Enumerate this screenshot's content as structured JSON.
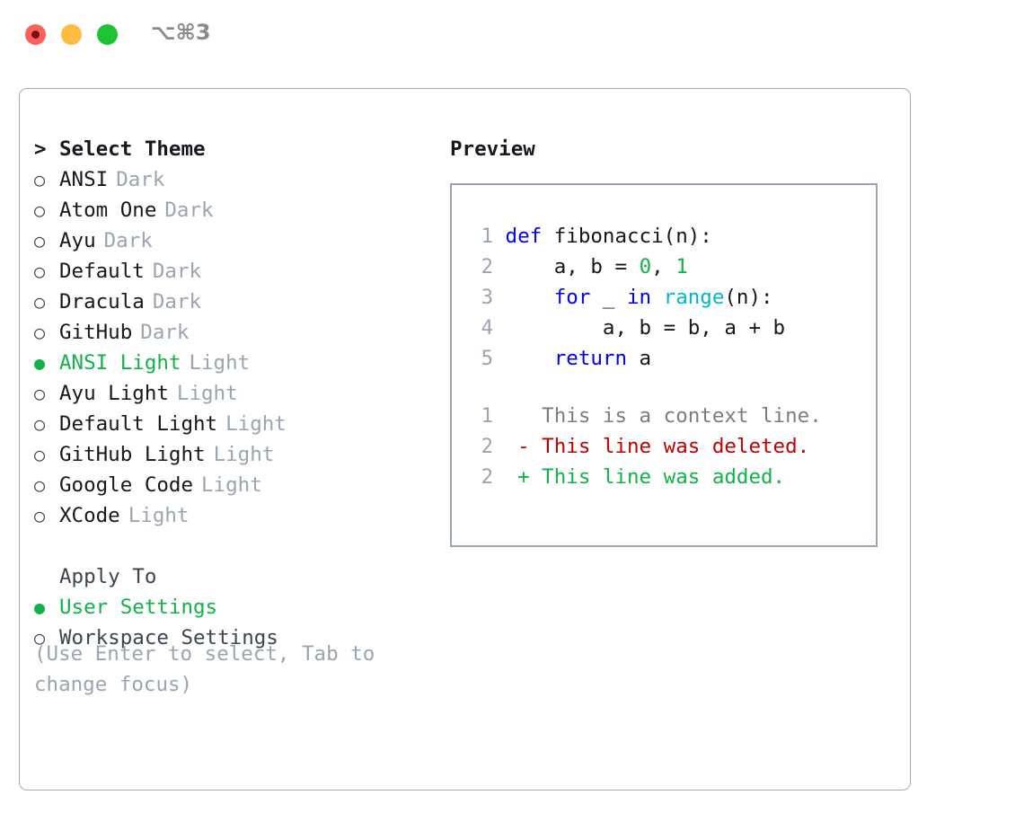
{
  "titlebar": {
    "shortcut": "⌥⌘3",
    "buttons": [
      {
        "name": "close",
        "color": "#fc6058"
      },
      {
        "name": "minimize",
        "color": "#fdbc40"
      },
      {
        "name": "maximize",
        "color": "#1dc432"
      }
    ]
  },
  "theme_picker": {
    "heading_marker": ">",
    "heading": "Select Theme",
    "marker_selected": "●",
    "marker_unselected": "○",
    "items": [
      {
        "label": "ANSI",
        "badge": "Dark",
        "selected": false
      },
      {
        "label": "Atom One",
        "badge": "Dark",
        "selected": false
      },
      {
        "label": "Ayu",
        "badge": "Dark",
        "selected": false
      },
      {
        "label": "Default",
        "badge": "Dark",
        "selected": false
      },
      {
        "label": "Dracula",
        "badge": "Dark",
        "selected": false
      },
      {
        "label": "GitHub",
        "badge": "Dark",
        "selected": false
      },
      {
        "label": "ANSI Light",
        "badge": "Light",
        "selected": true
      },
      {
        "label": "Ayu Light",
        "badge": "Light",
        "selected": false
      },
      {
        "label": "Default Light",
        "badge": "Light",
        "selected": false
      },
      {
        "label": "GitHub Light",
        "badge": "Light",
        "selected": false
      },
      {
        "label": "Google Code",
        "badge": "Light",
        "selected": false
      },
      {
        "label": "XCode",
        "badge": "Light",
        "selected": false
      }
    ]
  },
  "apply_to": {
    "heading": "Apply To",
    "items": [
      {
        "label": "User Settings",
        "selected": true
      },
      {
        "label": "Workspace Settings",
        "selected": false
      }
    ]
  },
  "hint": "(Use Enter to select, Tab to change focus)",
  "preview": {
    "title": "Preview",
    "code_lines": [
      {
        "no": "1",
        "tokens": [
          {
            "t": "def",
            "c": "kw"
          },
          {
            "t": " fibonacci(n):",
            "c": "plain"
          }
        ]
      },
      {
        "no": "2",
        "tokens": [
          {
            "t": "    a, b = ",
            "c": "plain"
          },
          {
            "t": "0",
            "c": "num"
          },
          {
            "t": ", ",
            "c": "plain"
          },
          {
            "t": "1",
            "c": "num"
          }
        ]
      },
      {
        "no": "3",
        "tokens": [
          {
            "t": "    ",
            "c": "plain"
          },
          {
            "t": "for",
            "c": "kw"
          },
          {
            "t": " _ ",
            "c": "plain"
          },
          {
            "t": "in",
            "c": "kw"
          },
          {
            "t": " ",
            "c": "plain"
          },
          {
            "t": "range",
            "c": "fn"
          },
          {
            "t": "(n):",
            "c": "plain"
          }
        ]
      },
      {
        "no": "4",
        "tokens": [
          {
            "t": "        a, b = b, a + b",
            "c": "plain"
          }
        ]
      },
      {
        "no": "5",
        "tokens": [
          {
            "t": "    ",
            "c": "plain"
          },
          {
            "t": "return",
            "c": "kw"
          },
          {
            "t": " a",
            "c": "plain"
          }
        ]
      }
    ],
    "diff_lines": [
      {
        "no": "1",
        "sign": " ",
        "text": "This is a context line.",
        "kind": "ctx"
      },
      {
        "no": "2",
        "sign": "-",
        "text": "This line was deleted.",
        "kind": "del"
      },
      {
        "no": "2",
        "sign": "+",
        "text": "This line was added.",
        "kind": "add"
      }
    ]
  },
  "colors": {
    "accent_green": "#11b24a",
    "dim_gray": "#9aa5b1",
    "keyword_blue": "#0000ee",
    "function_cyan": "#00b6cf",
    "diff_delete_red": "#c00000",
    "border": "#a3adba"
  }
}
